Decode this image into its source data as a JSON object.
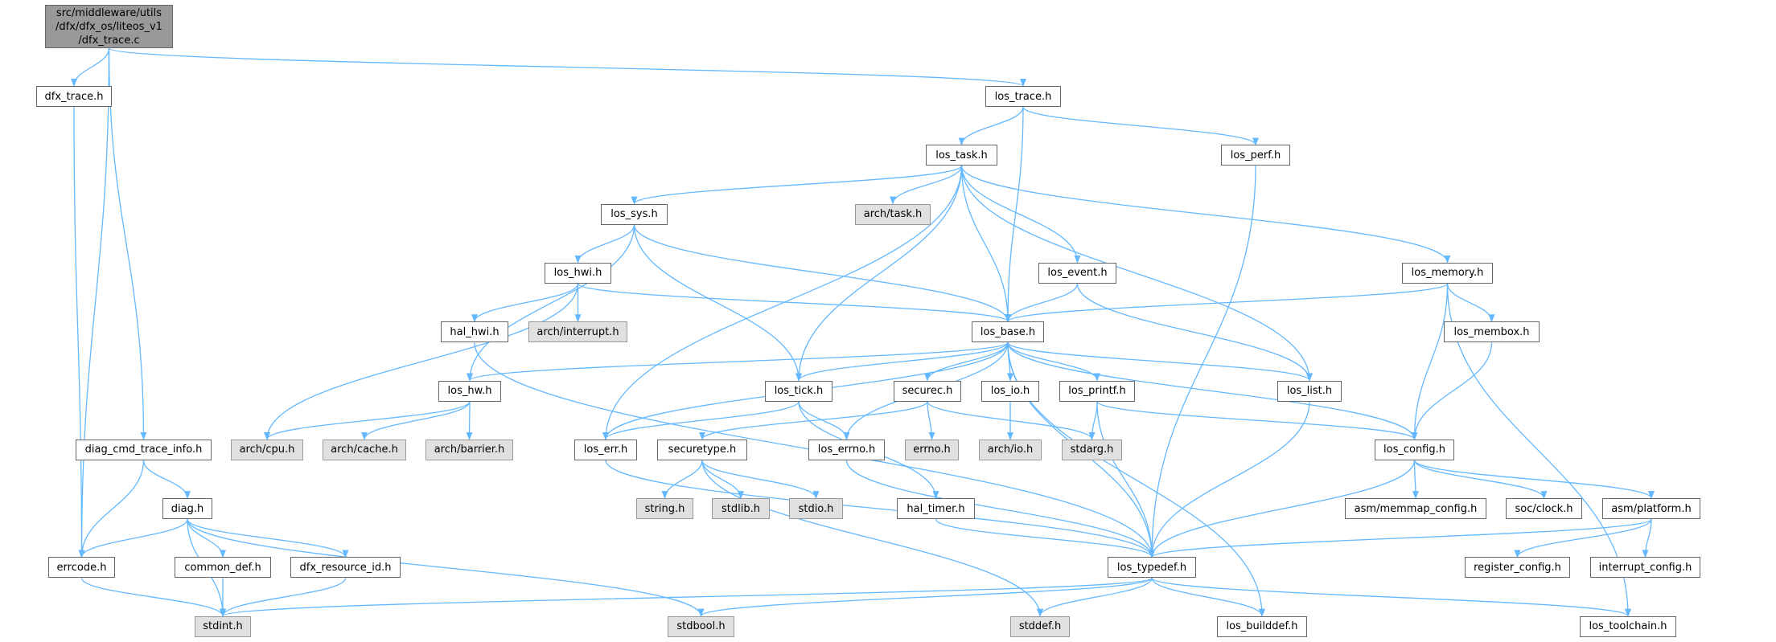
{
  "colors": {
    "edge": "#63b8ff",
    "root_fill": "#999999",
    "external_fill": "#e0e0e0",
    "node_border": "#666666"
  },
  "nodes": [
    {
      "id": "src",
      "label": "src/middleware/utils\n/dfx/dfx_os/liteos_v1\n/dfx_trace.c",
      "kind": "root"
    },
    {
      "id": "dfx_trace",
      "label": "dfx_trace.h",
      "kind": "local"
    },
    {
      "id": "los_trace",
      "label": "los_trace.h",
      "kind": "local"
    },
    {
      "id": "los_task",
      "label": "los_task.h",
      "kind": "local"
    },
    {
      "id": "los_perf",
      "label": "los_perf.h",
      "kind": "local"
    },
    {
      "id": "los_sys",
      "label": "los_sys.h",
      "kind": "local"
    },
    {
      "id": "arch_task",
      "label": "arch/task.h",
      "kind": "external"
    },
    {
      "id": "los_hwi",
      "label": "los_hwi.h",
      "kind": "local"
    },
    {
      "id": "los_event",
      "label": "los_event.h",
      "kind": "local"
    },
    {
      "id": "los_memory",
      "label": "los_memory.h",
      "kind": "local"
    },
    {
      "id": "hal_hwi",
      "label": "hal_hwi.h",
      "kind": "local"
    },
    {
      "id": "arch_interrupt",
      "label": "arch/interrupt.h",
      "kind": "external"
    },
    {
      "id": "los_base",
      "label": "los_base.h",
      "kind": "local"
    },
    {
      "id": "los_membox",
      "label": "los_membox.h",
      "kind": "local"
    },
    {
      "id": "los_hw",
      "label": "los_hw.h",
      "kind": "local"
    },
    {
      "id": "los_tick",
      "label": "los_tick.h",
      "kind": "local"
    },
    {
      "id": "securec",
      "label": "securec.h",
      "kind": "local"
    },
    {
      "id": "los_io",
      "label": "los_io.h",
      "kind": "local"
    },
    {
      "id": "los_printf",
      "label": "los_printf.h",
      "kind": "local"
    },
    {
      "id": "los_list",
      "label": "los_list.h",
      "kind": "local"
    },
    {
      "id": "diag_cmd",
      "label": "diag_cmd_trace_info.h",
      "kind": "local"
    },
    {
      "id": "arch_cpu",
      "label": "arch/cpu.h",
      "kind": "external"
    },
    {
      "id": "arch_cache",
      "label": "arch/cache.h",
      "kind": "external"
    },
    {
      "id": "arch_barrier",
      "label": "arch/barrier.h",
      "kind": "external"
    },
    {
      "id": "los_err",
      "label": "los_err.h",
      "kind": "local"
    },
    {
      "id": "securetype",
      "label": "securetype.h",
      "kind": "local"
    },
    {
      "id": "los_errno",
      "label": "los_errno.h",
      "kind": "local"
    },
    {
      "id": "errno",
      "label": "errno.h",
      "kind": "external"
    },
    {
      "id": "arch_io",
      "label": "arch/io.h",
      "kind": "external"
    },
    {
      "id": "stdarg",
      "label": "stdarg.h",
      "kind": "external"
    },
    {
      "id": "los_config",
      "label": "los_config.h",
      "kind": "local"
    },
    {
      "id": "diag",
      "label": "diag.h",
      "kind": "local"
    },
    {
      "id": "string",
      "label": "string.h",
      "kind": "external"
    },
    {
      "id": "stdlib",
      "label": "stdlib.h",
      "kind": "external"
    },
    {
      "id": "stdio",
      "label": "stdio.h",
      "kind": "external"
    },
    {
      "id": "hal_timer",
      "label": "hal_timer.h",
      "kind": "local"
    },
    {
      "id": "memmap",
      "label": "asm/memmap_config.h",
      "kind": "local"
    },
    {
      "id": "soc_clock",
      "label": "soc/clock.h",
      "kind": "local"
    },
    {
      "id": "platform",
      "label": "asm/platform.h",
      "kind": "local"
    },
    {
      "id": "errcode",
      "label": "errcode.h",
      "kind": "local"
    },
    {
      "id": "common_def",
      "label": "common_def.h",
      "kind": "local"
    },
    {
      "id": "dfx_res",
      "label": "dfx_resource_id.h",
      "kind": "local"
    },
    {
      "id": "los_typedef",
      "label": "los_typedef.h",
      "kind": "local"
    },
    {
      "id": "register_config",
      "label": "register_config.h",
      "kind": "local"
    },
    {
      "id": "interrupt_config",
      "label": "interrupt_config.h",
      "kind": "local"
    },
    {
      "id": "stdint",
      "label": "stdint.h",
      "kind": "external"
    },
    {
      "id": "stdbool",
      "label": "stdbool.h",
      "kind": "external"
    },
    {
      "id": "stddef",
      "label": "stddef.h",
      "kind": "external"
    },
    {
      "id": "los_builddef",
      "label": "los_builddef.h",
      "kind": "local"
    },
    {
      "id": "los_toolchain",
      "label": "los_toolchain.h",
      "kind": "local"
    }
  ],
  "edges": [
    [
      "src",
      "dfx_trace"
    ],
    [
      "src",
      "los_trace"
    ],
    [
      "src",
      "diag_cmd"
    ],
    [
      "src",
      "errcode"
    ],
    [
      "dfx_trace",
      "errcode"
    ],
    [
      "los_trace",
      "los_task"
    ],
    [
      "los_trace",
      "los_base"
    ],
    [
      "los_trace",
      "los_perf"
    ],
    [
      "los_perf",
      "los_typedef"
    ],
    [
      "los_task",
      "los_sys"
    ],
    [
      "los_task",
      "arch_task"
    ],
    [
      "los_task",
      "los_err"
    ],
    [
      "los_task",
      "los_tick"
    ],
    [
      "los_task",
      "los_base"
    ],
    [
      "los_task",
      "los_event"
    ],
    [
      "los_task",
      "los_list"
    ],
    [
      "los_task",
      "los_memory"
    ],
    [
      "los_sys",
      "los_hw"
    ],
    [
      "los_sys",
      "los_hwi"
    ],
    [
      "los_sys",
      "los_tick"
    ],
    [
      "los_sys",
      "los_base"
    ],
    [
      "los_hwi",
      "arch_cpu"
    ],
    [
      "los_hwi",
      "hal_hwi"
    ],
    [
      "los_hwi",
      "arch_interrupt"
    ],
    [
      "los_hwi",
      "los_base"
    ],
    [
      "hal_hwi",
      "los_typedef"
    ],
    [
      "los_event",
      "los_base"
    ],
    [
      "los_event",
      "los_list"
    ],
    [
      "los_memory",
      "los_base"
    ],
    [
      "los_memory",
      "los_membox"
    ],
    [
      "los_memory",
      "los_config"
    ],
    [
      "los_memory",
      "los_toolchain"
    ],
    [
      "los_membox",
      "los_config"
    ],
    [
      "los_base",
      "los_hw"
    ],
    [
      "los_base",
      "los_tick"
    ],
    [
      "los_base",
      "los_err"
    ],
    [
      "los_base",
      "los_errno"
    ],
    [
      "los_base",
      "securec"
    ],
    [
      "los_base",
      "los_io"
    ],
    [
      "los_base",
      "los_printf"
    ],
    [
      "los_base",
      "los_list"
    ],
    [
      "los_base",
      "los_config"
    ],
    [
      "los_base",
      "los_typedef"
    ],
    [
      "los_base",
      "los_builddef"
    ],
    [
      "los_hw",
      "arch_cpu"
    ],
    [
      "los_hw",
      "arch_cache"
    ],
    [
      "los_hw",
      "arch_barrier"
    ],
    [
      "los_tick",
      "los_err"
    ],
    [
      "los_tick",
      "los_errno"
    ],
    [
      "los_tick",
      "hal_timer"
    ],
    [
      "securec",
      "securetype"
    ],
    [
      "securec",
      "errno"
    ],
    [
      "securec",
      "stdarg"
    ],
    [
      "los_io",
      "arch_io"
    ],
    [
      "los_printf",
      "stdarg"
    ],
    [
      "los_printf",
      "los_typedef"
    ],
    [
      "los_printf",
      "los_config"
    ],
    [
      "los_list",
      "los_typedef"
    ],
    [
      "diag_cmd",
      "errcode"
    ],
    [
      "diag_cmd",
      "diag"
    ],
    [
      "los_err",
      "los_typedef"
    ],
    [
      "securetype",
      "string"
    ],
    [
      "securetype",
      "stdlib"
    ],
    [
      "securetype",
      "stdio"
    ],
    [
      "securetype",
      "stddef"
    ],
    [
      "los_errno",
      "los_typedef"
    ],
    [
      "los_config",
      "los_typedef"
    ],
    [
      "los_config",
      "memmap"
    ],
    [
      "los_config",
      "soc_clock"
    ],
    [
      "los_config",
      "platform"
    ],
    [
      "diag",
      "errcode"
    ],
    [
      "diag",
      "stdint"
    ],
    [
      "diag",
      "common_def"
    ],
    [
      "diag",
      "dfx_res"
    ],
    [
      "diag",
      "stdbool"
    ],
    [
      "hal_timer",
      "los_typedef"
    ],
    [
      "platform",
      "los_typedef"
    ],
    [
      "platform",
      "register_config"
    ],
    [
      "platform",
      "interrupt_config"
    ],
    [
      "errcode",
      "stdint"
    ],
    [
      "common_def",
      "stdint"
    ],
    [
      "dfx_res",
      "stdint"
    ],
    [
      "los_typedef",
      "stdint"
    ],
    [
      "los_typedef",
      "stdbool"
    ],
    [
      "los_typedef",
      "stddef"
    ],
    [
      "los_typedef",
      "los_builddef"
    ],
    [
      "los_typedef",
      "los_toolchain"
    ]
  ]
}
